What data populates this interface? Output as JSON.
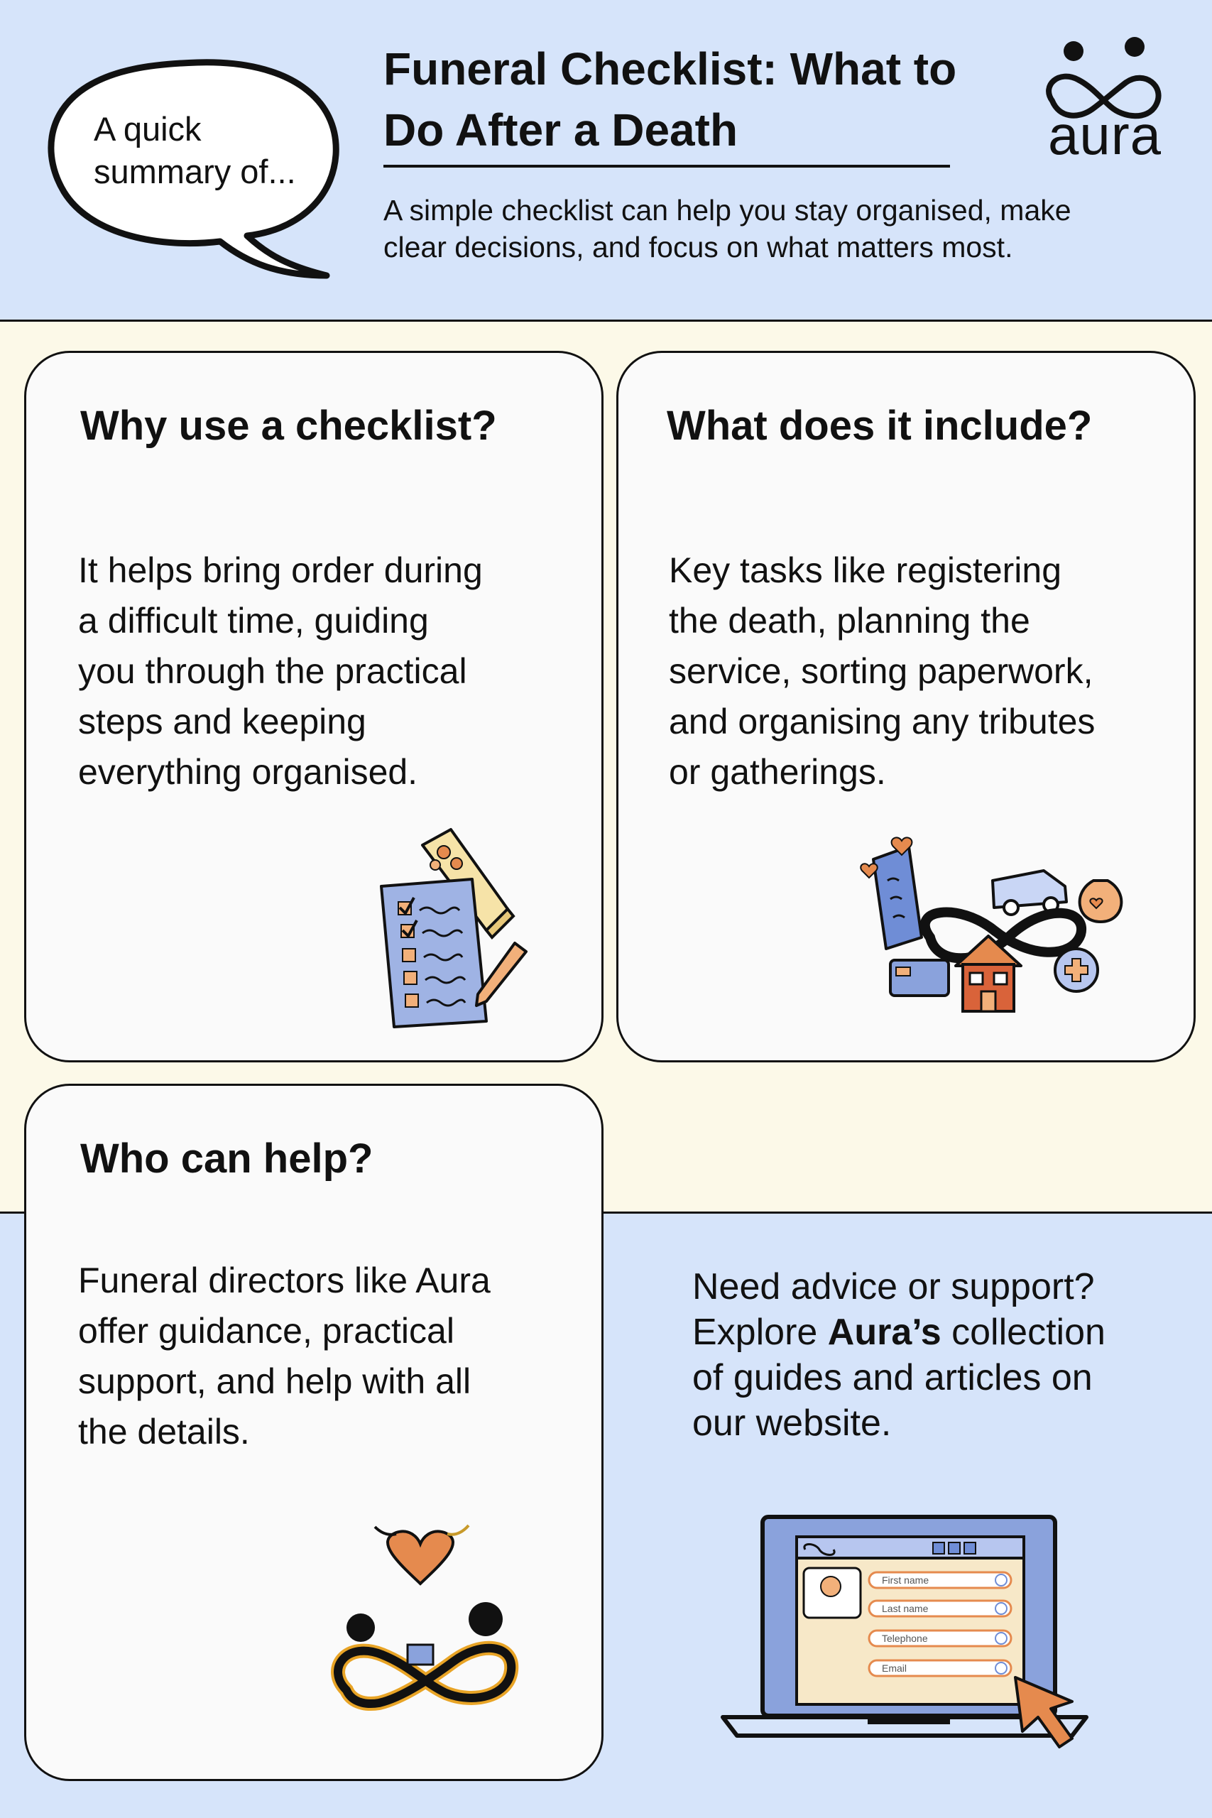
{
  "header": {
    "bubble_text": [
      "A quick",
      "summary of..."
    ],
    "title": [
      "Funeral Checklist: What to",
      "Do After a Death"
    ],
    "subtitle": [
      "A simple checklist can help you stay organised, make",
      "clear decisions, and focus on what matters most."
    ],
    "logo_text": "aura"
  },
  "cards": {
    "why": {
      "heading": "Why use a checklist?",
      "body": [
        "It helps bring order during",
        "a difficult time, guiding",
        "you through the practical",
        "steps and keeping",
        "everything organised."
      ]
    },
    "what": {
      "heading": "What does it include?",
      "body": [
        "Key tasks like registering",
        "the death, planning the",
        "service, sorting paperwork,",
        "and organising any tributes",
        "or gatherings."
      ]
    },
    "who": {
      "heading": "Who can help?",
      "body": [
        "Funeral directors like Aura",
        "offer guidance, practical",
        "support, and help with all",
        "the details."
      ]
    }
  },
  "promo": {
    "line1": "Need advice or support?",
    "line2_pre": "Explore ",
    "line2_bold": "Aura’s",
    "line2_post": " collection",
    "line3": "of guides and articles on",
    "line4": "our website."
  },
  "laptop_form": {
    "fields": [
      "First name",
      "Last name",
      "Telephone",
      "Email"
    ]
  },
  "icons": {
    "checklist": "checklist-icon",
    "coffin": "coffin-icon",
    "pencil": "pencil-icon",
    "infinity": "infinity-icon",
    "house": "house-icon",
    "heart": "heart-icon",
    "cursor": "cursor-icon"
  },
  "colors": {
    "blue_band": "#d6e4fa",
    "cream_band": "#fcf9e8",
    "card_bg": "#fafafa",
    "accent_orange": "#e58a4e",
    "accent_blue": "#8aa2dc",
    "ink": "#111111"
  }
}
